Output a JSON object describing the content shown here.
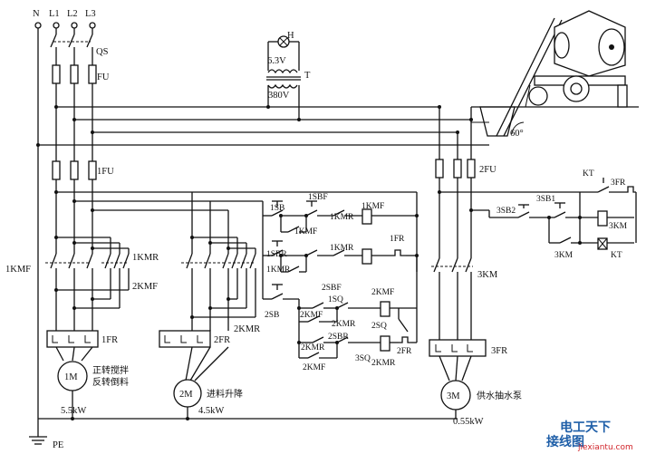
{
  "labels": {
    "n": "N",
    "l1": "L1",
    "l2": "L2",
    "l3": "L3",
    "qs": "QS",
    "fu": "FU",
    "fu1": "1FU",
    "fu2": "2FU",
    "h": "H",
    "v63": "6.3V",
    "t": "T",
    "v380": "380V",
    "angle": "60°",
    "km1f": "1KMF",
    "km1r": "1KMR",
    "km2f": "2KMF",
    "km2r": "2KMR",
    "km3": "3KM",
    "fr1": "1FR",
    "fr2": "2FR",
    "fr3": "3FR",
    "m1": "1M",
    "m2": "2M",
    "m3": "3M",
    "m1_desc_a": "正转搅拌",
    "m1_desc_b": "反转倒料",
    "m2_desc": "进料升降",
    "m3_desc": "供水抽水泵",
    "p1": "5.5kW",
    "p2": "4.5kW",
    "p3": "0.55kW",
    "pe": "PE",
    "sb1": "1SB",
    "sbf1": "1SBF",
    "sbr1": "1SBR",
    "c_1kmr_a": "1KMR",
    "c_1kmf_coil": "1KMF",
    "c_1kmf_a": "1KMF",
    "c_1kmr_coil": "1KMR",
    "c_1kmr_b": "1KMR",
    "c_1fr": "1FR",
    "sb2": "2SB",
    "sbf2": "2SBF",
    "sbr2": "2SBR",
    "sq1": "1SQ",
    "sq2": "2SQ",
    "sq3": "3SQ",
    "c_2kmr_a": "2KMR",
    "c_2kmf_a": "2KMF",
    "c_2kmf_coil": "2KMF",
    "c_2kmr_coil": "2KMR",
    "c_2kmf_b": "2KMF",
    "c_2kmr_b": "2KMR",
    "c_2fr": "2FR",
    "c_kt_a": "KT",
    "c_3fr": "3FR",
    "sb3_1": "3SB1",
    "sb3_2": "3SB2",
    "c_3km_coil": "3KM",
    "c_3km_a": "3KM",
    "c_kt_coil": "KT"
  },
  "watermark": {
    "title": "电工天下",
    "brand": "接线图",
    "url": "jiexiantu.com"
  },
  "colors": {
    "line": "#111111",
    "watermark_blue": "#1f5fa8",
    "watermark_red": "#d1252b"
  }
}
